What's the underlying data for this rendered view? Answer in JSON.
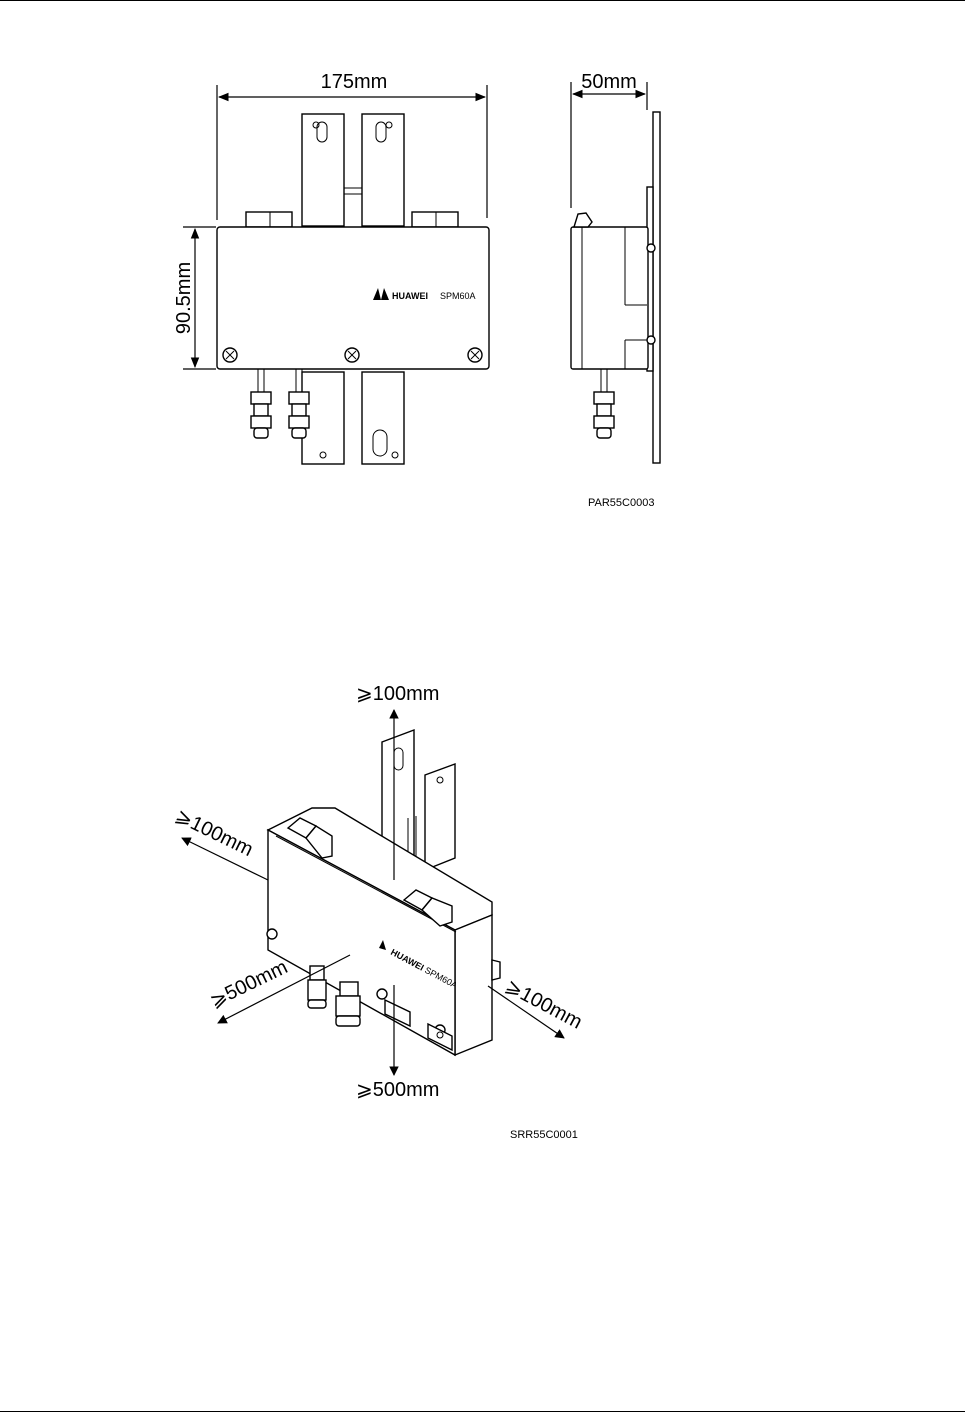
{
  "figure1": {
    "width_label": "175mm",
    "height_label": "90.5mm",
    "depth_label": "50mm",
    "brand": "HUAWEI",
    "model": "SPM60A",
    "code": "PAR55C0003"
  },
  "figure2": {
    "top_label": "⩾100mm",
    "left_label": "⩾100mm",
    "right_label": "⩾100mm",
    "bottom_left_label": "⩾500mm",
    "bottom_label": "⩾500mm",
    "brand": "HUAWEI",
    "model": "SPM60A",
    "code": "SRR55C0001"
  }
}
